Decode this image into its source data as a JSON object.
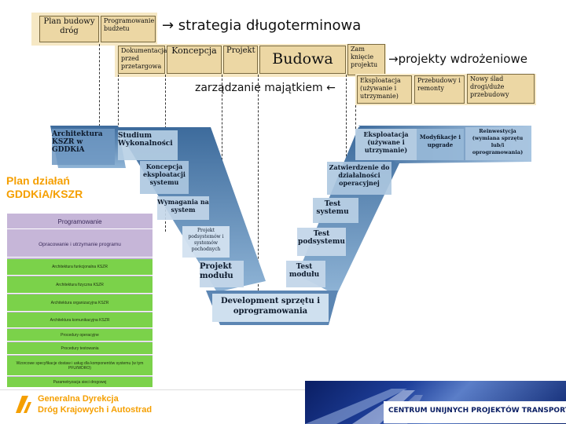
{
  "top": {
    "box_plan": "Plan budowy dróg",
    "box_prog": "Programowanie budżetu",
    "label_strategy": "→ strategia długoterminowa",
    "box_dok": "Dokumentacja przed przetargowa",
    "box_konc": "Koncepcja",
    "box_proj": "Projekt",
    "box_budowa": "Budowa",
    "box_zam": "Zam knięcie projektu",
    "label_wdroz": "→projekty wdrożeniowe",
    "label_zarz": "zarządzanie majątkiem ←",
    "box_eksp": "Eksploatacja (używanie i utrzymanie)",
    "box_przeb": "Przebudowy i remonty",
    "box_nowy": "Nowy ślad drogi/duże przebudowy"
  },
  "plan_title": "Plan działań GDDKiA/KSZR",
  "v": {
    "arch": "Architektura KSZR w GDDKiA",
    "studium": "Studium Wykonalności",
    "koncepcja": "Koncepcja eksploatacji systemu",
    "wymagania": "Wymagania na system",
    "projekt_sys": "Projekt podsystemów i systemów pochodnych",
    "projekt_mod": "Projekt modułu",
    "development": "Development sprzętu i oprogramowania",
    "test_mod": "Test modułu",
    "test_pod": "Test podsystemu",
    "test_sys": "Test systemu",
    "zatw": "Zatwierdzenie do działalności operacyjnej",
    "eksp": "Eksploatacja (używane i utrzymanie)",
    "modyf": "Modyfikacje i upgrade",
    "reinw": "Reinwestycja (wymiana sprzętu lub/i oprogramowania)"
  },
  "sidebar": {
    "header": "Programowanie",
    "subheader": "Opracowanie i utrzymanie programu",
    "items": [
      "Architektura funkcjonalna KSZR",
      "Architektura fizyczna KSZR",
      "Architektura organizacyjna KSZR",
      "Architektura komunikacyjna KSZR",
      "Procedury operacyjne",
      "Procedury testowania",
      "Wzorcowe specyfikacje dostaw i usług dla komponentów systemu (w tym PFU/WDRO)",
      "Parametryzacja sieci drogowej"
    ]
  },
  "footer": {
    "org_line1": "Generalna Dyrekcja",
    "org_line2": "Dróg Krajowych i Autostrad",
    "centrum": "CENTRUM UNIJNYCH PROJEKTÓW TRANSPORTOWYCH"
  },
  "colors": {
    "tan": "#ecd7a4",
    "blue_v": "#4a78a8",
    "green": "#7bd24a",
    "title_orange": "#f59f00",
    "lilac": "#c6b6d8"
  }
}
